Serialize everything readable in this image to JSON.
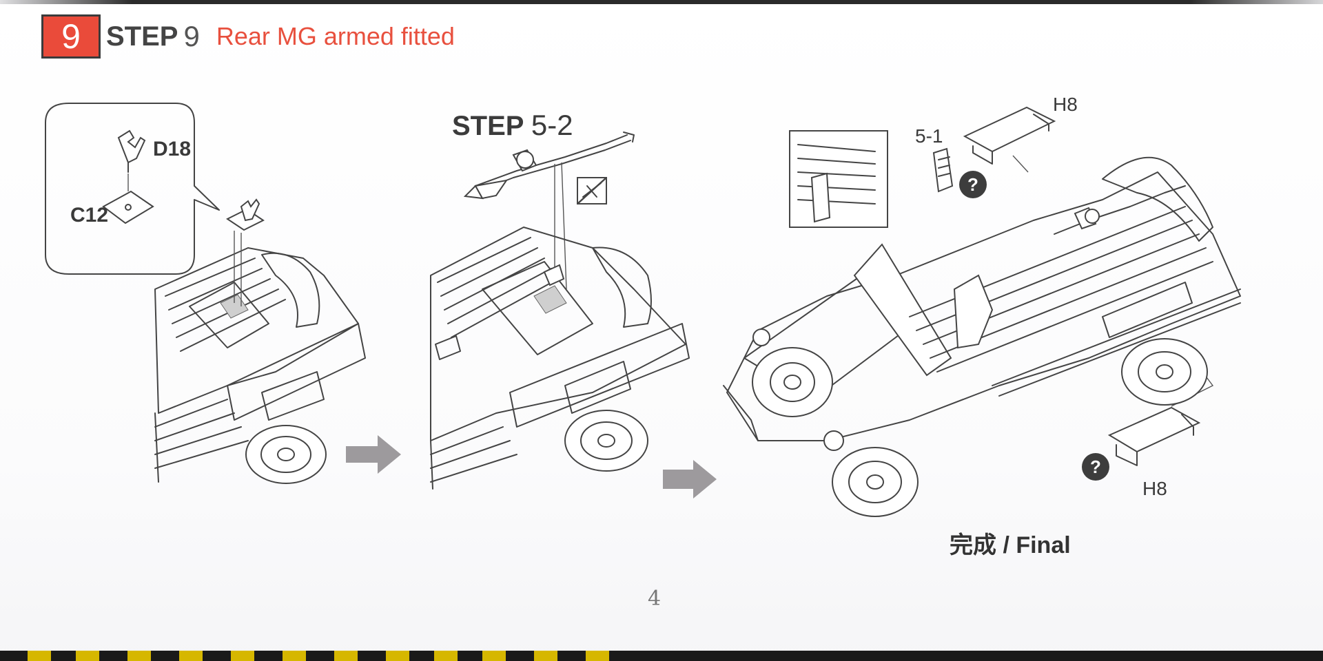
{
  "header": {
    "step_badge": "9",
    "step_word": "STEP",
    "step_number": "9",
    "title": "Rear MG armed fitted"
  },
  "callout": {
    "part_top": "D18",
    "part_bottom": "C12"
  },
  "reference_step": {
    "word": "STEP",
    "number": "5-2"
  },
  "final_view": {
    "inset_part": "5-1",
    "part_top": "H8",
    "part_bottom": "H8",
    "question_mark": "?",
    "caption": "完成 / Final"
  },
  "colors": {
    "accent": "#ea4b3a",
    "title_red": "#e8503e",
    "arrow_grey": "#9d9a9d"
  },
  "footer": {
    "page_number": "4"
  }
}
